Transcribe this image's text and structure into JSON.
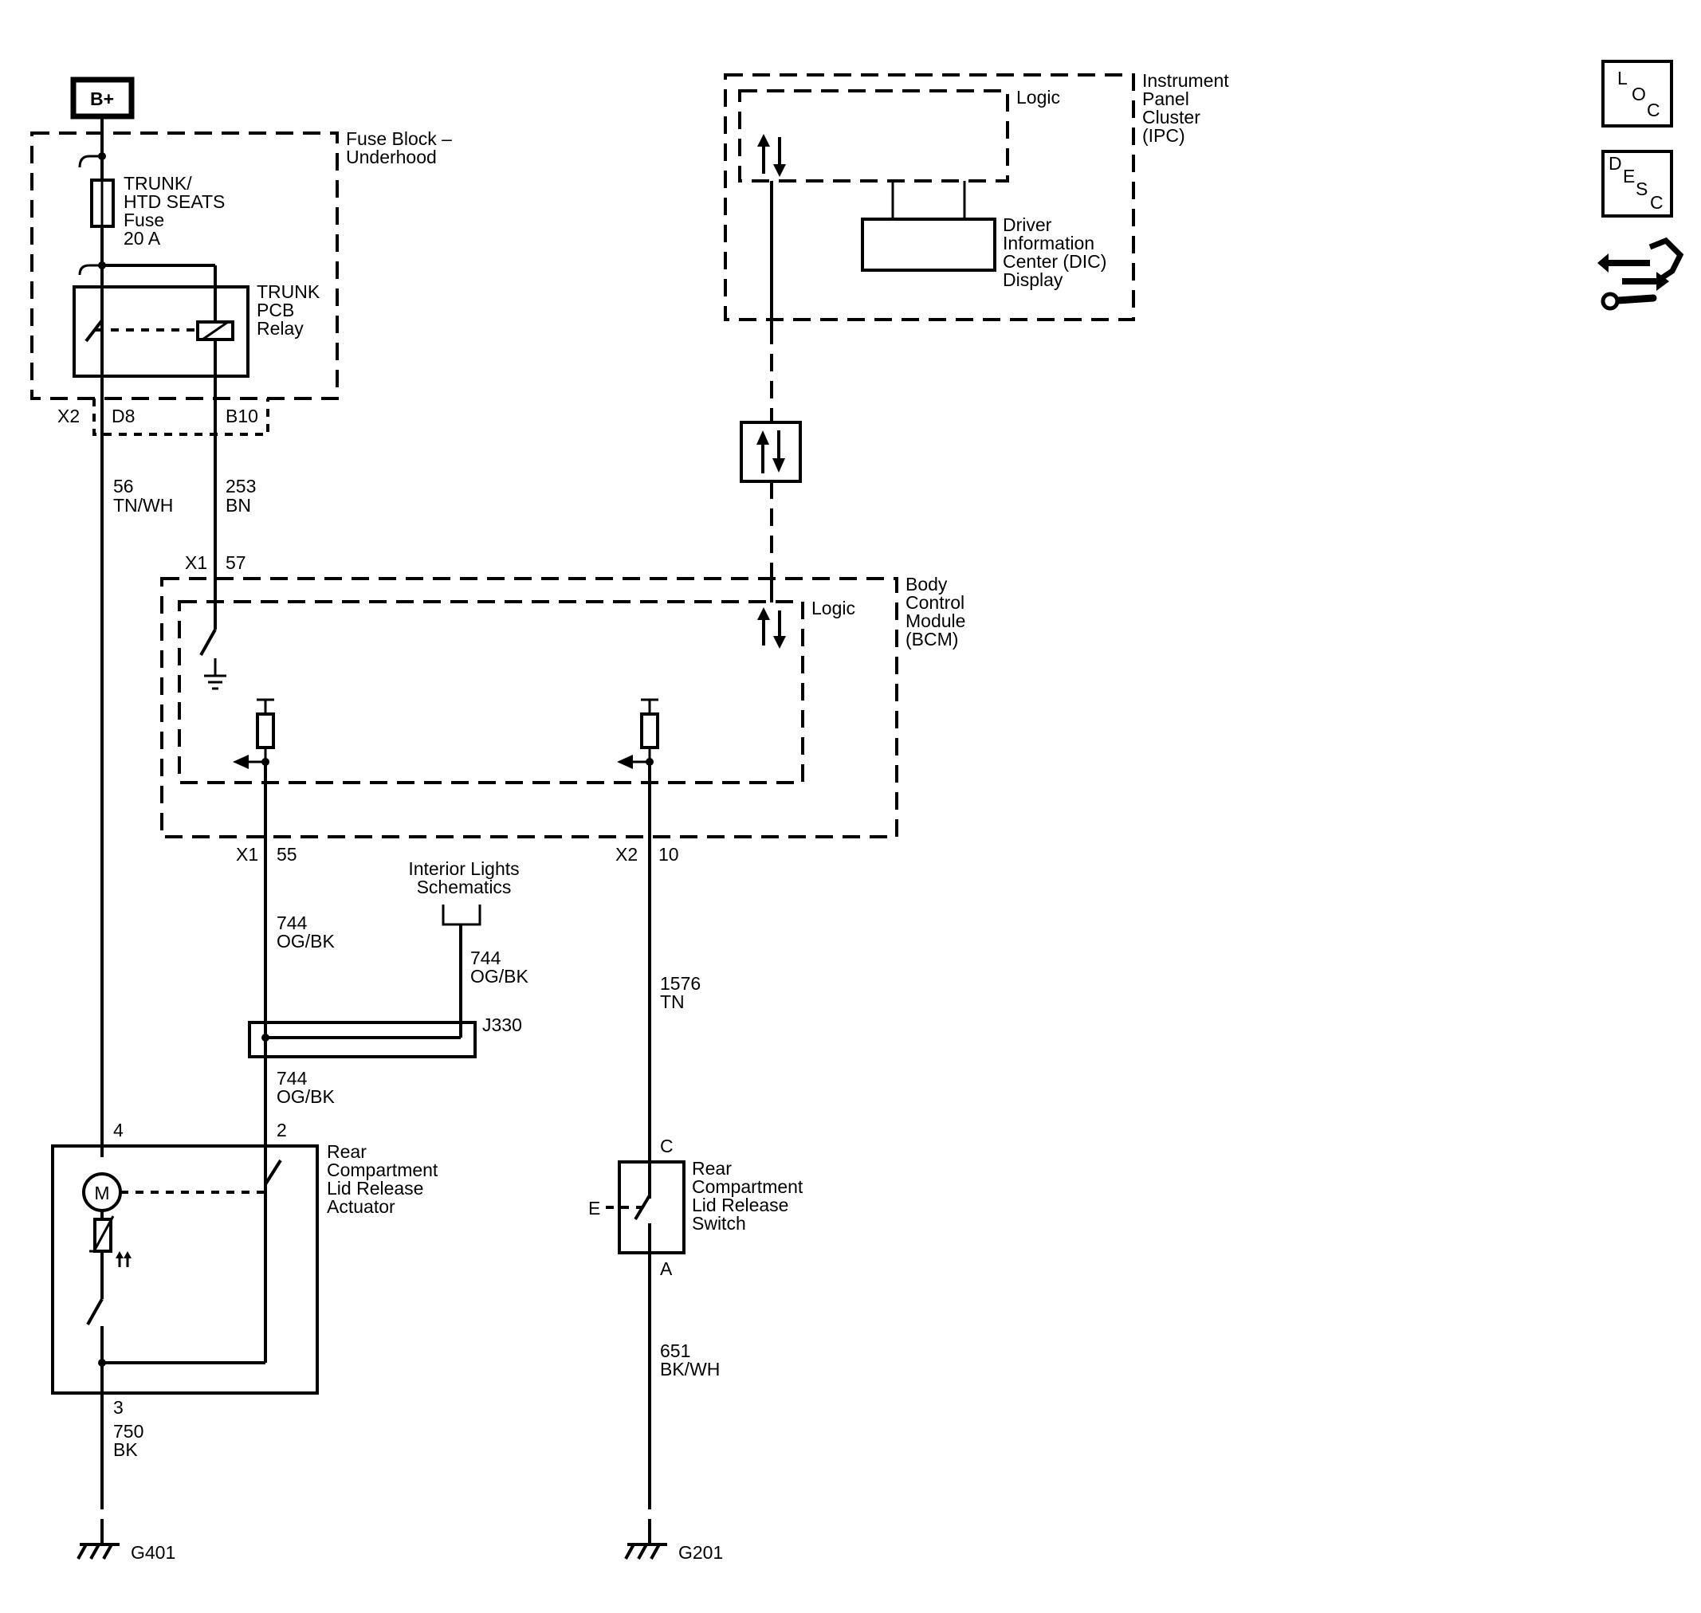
{
  "power": {
    "label": "B+"
  },
  "fuse_block": {
    "label_line1": "Fuse Block –",
    "label_line2": "Underhood",
    "fuse": {
      "line1": "TRUNK/",
      "line2": "HTD SEATS",
      "line3": "Fuse",
      "line4": "20 A"
    },
    "relay": {
      "line1": "TRUNK",
      "line2": "PCB",
      "line3": "Relay"
    },
    "connector": "X2",
    "pin_left": "D8",
    "pin_right": "B10"
  },
  "wires": {
    "w56": {
      "number": "56",
      "color": "TN/WH"
    },
    "w253": {
      "number": "253",
      "color": "BN"
    },
    "w744_a": {
      "number": "744",
      "color": "OG/BK"
    },
    "w744_b": {
      "number": "744",
      "color": "OG/BK"
    },
    "w744_c": {
      "number": "744",
      "color": "OG/BK"
    },
    "w1576": {
      "number": "1576",
      "color": "TN"
    },
    "w651": {
      "number": "651",
      "color": "BK/WH"
    },
    "w750": {
      "number": "750",
      "color": "BK"
    }
  },
  "ipc": {
    "line1": "Instrument",
    "line2": "Panel",
    "line3": "Cluster",
    "line4": "(IPC)",
    "logic": "Logic",
    "dic": {
      "line1": "Driver",
      "line2": "Information",
      "line3": "Center (DIC)",
      "line4": "Display"
    }
  },
  "bcm": {
    "line1": "Body",
    "line2": "Control",
    "line3": "Module",
    "line4": "(BCM)",
    "logic": "Logic",
    "top_connector": "X1",
    "top_pin": "57",
    "left_connector": "X1",
    "left_pin": "55",
    "right_connector": "X2",
    "right_pin": "10"
  },
  "interior_lights": {
    "line1": "Interior Lights",
    "line2": "Schematics"
  },
  "splice": "J330",
  "actuator": {
    "line1": "Rear",
    "line2": "Compartment",
    "line3": "Lid Release",
    "line4": "Actuator",
    "pin_power": "4",
    "pin_signal": "2",
    "pin_ground": "3",
    "motor": "M"
  },
  "switch": {
    "line1": "Rear",
    "line2": "Compartment",
    "line3": "Lid Release",
    "line4": "Switch",
    "pin_top": "C",
    "pin_bottom": "A",
    "actuator_mark": "E"
  },
  "grounds": {
    "left": "G401",
    "right": "G201"
  },
  "side_icons": {
    "loc": {
      "l": "L",
      "o": "O",
      "c": "C"
    },
    "desc": {
      "d": "D",
      "e": "E",
      "s": "S",
      "c": "C"
    },
    "tools": "tools-icon"
  }
}
